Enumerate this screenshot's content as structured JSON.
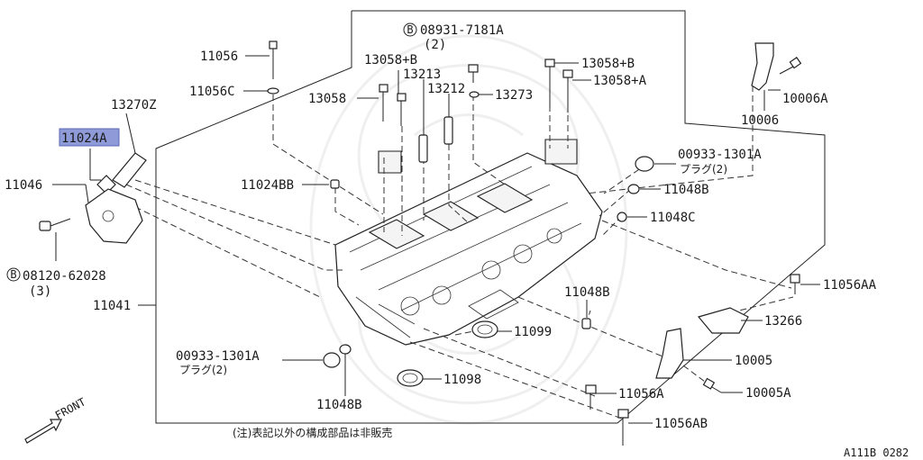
{
  "labels": {
    "p11056": "11056",
    "p11056C": "11056C",
    "p13058": "13058",
    "p13058B_left": "13058+B",
    "p13213": "13213",
    "p13212": "13212",
    "p13273": "13273",
    "p08931": "08931-7181A",
    "p08931_qty": "(2)",
    "p13058B_right": "13058+B",
    "p13058A": "13058+A",
    "p10006A": "10006A",
    "p10006": "10006",
    "p13270Z": "13270Z",
    "p11024A": "11024A",
    "p11046": "11046",
    "p11024BB": "11024BB",
    "p00933_top": "00933-1301A",
    "p00933_top_note": "プラグ(2)",
    "p11048B_top": "11048B",
    "p11048C": "11048C",
    "p08120": "08120-62028",
    "p08120_qty": "(3)",
    "p11041": "11041",
    "p11048B_mid": "11048B",
    "p11056AA": "11056AA",
    "p13266": "13266",
    "p11099": "11099",
    "p00933_bot": "00933-1301A",
    "p00933_bot_note": "プラグ(2)",
    "p10005": "10005",
    "p11098": "11098",
    "p11048B_bot": "11048B",
    "p11056A": "11056A",
    "p10005A": "10005A",
    "p11056AB": "11056AB",
    "front": "FRONT",
    "note": "(注)表記以外の構成部品は非販売",
    "code": "A111B 0282",
    "bolt_marker": "B"
  },
  "highlight": {
    "part": "11024A",
    "color": "#8f9bd9"
  }
}
